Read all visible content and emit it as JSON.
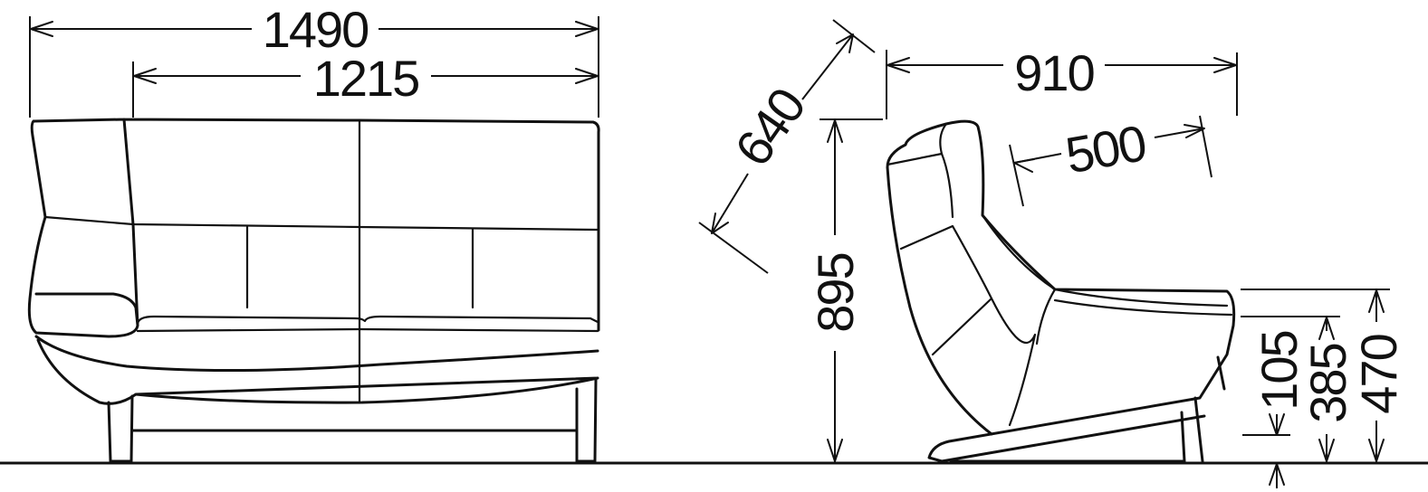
{
  "dimensions": {
    "overall_width": "1490",
    "inner_width": "1215",
    "depth_diagonal": "640",
    "overall_depth": "910",
    "seat_depth": "500",
    "overall_height": "895",
    "seat_height": "385",
    "arm_height": "470",
    "floor_clearance": "105"
  }
}
